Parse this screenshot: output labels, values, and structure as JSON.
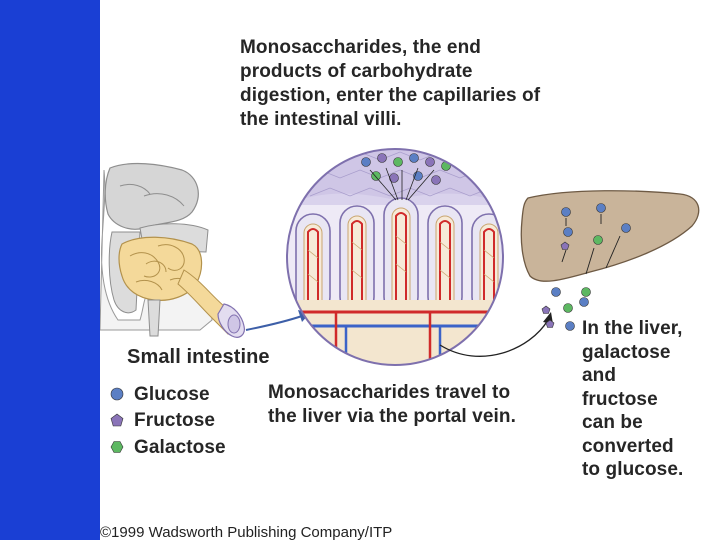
{
  "caption_top": {
    "lines": [
      "Monosaccharides, the end",
      "products of carbohydrate",
      "digestion, enter the capillaries of",
      "the intestinal villi."
    ]
  },
  "label_small_intestine": "Small intestine",
  "legend": {
    "items": [
      {
        "label": "Glucose",
        "color": "#5b7fc4"
      },
      {
        "label": "Fructose",
        "color": "#8a74b8"
      },
      {
        "label": "Galactose",
        "color": "#5db862"
      }
    ]
  },
  "caption_portal": {
    "lines": [
      "Monosaccharides travel to",
      "the liver via the portal vein."
    ]
  },
  "caption_liver": {
    "lines": [
      "In the liver,",
      "galactose",
      "and",
      "fructose",
      "can be",
      "converted",
      "to glucose."
    ]
  },
  "copyright": "©1999 Wadsworth Publishing Company/ITP",
  "colors": {
    "background": "#1a3fd4",
    "liver": "#c9b49a",
    "villus": "#e6e2f2",
    "capillary_red": "#d02a2a",
    "capillary_blue": "#3b63c8"
  }
}
